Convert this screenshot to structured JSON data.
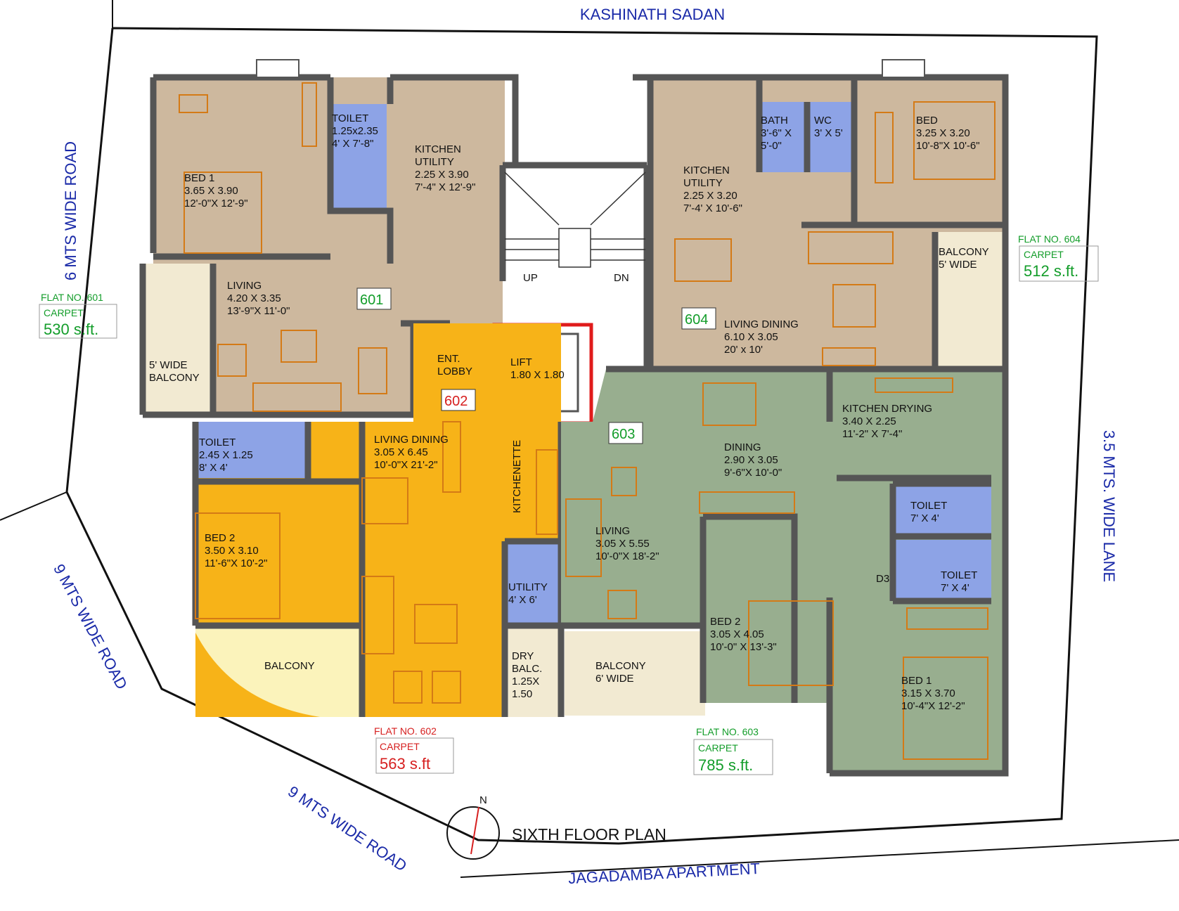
{
  "title": "SIXTH FLOOR PLAN",
  "compass_label": "N",
  "surroundings": {
    "top": "KASHINATH SADAN",
    "left": "6 MTS WIDE ROAD",
    "right": "3.5 MTS. WIDE LANE",
    "bottom": "JAGADAMBA APARTMENT",
    "bottom_left_1": "9 MTS WIDE ROAD",
    "bottom_left_2": "9 MTS WIDE ROAD"
  },
  "colors": {
    "flat_601": "#cdb89e",
    "flat_602": "#f7b318",
    "flat_603": "#98ae8f",
    "flat_604": "#cdb89e",
    "wet_area": "#8da3e6",
    "balcony": "#f2ead2",
    "balcony_602": "#fbf3bb",
    "common": "#ffffff",
    "wall": "#555555",
    "furniture": "#d47a16",
    "green_text": "#139d2a",
    "red_text": "#d61f1f",
    "road_text": "#1a2aa8",
    "lift_outline": "#e01b1b"
  },
  "flats": {
    "f601": {
      "flat_no": "FLAT NO. 601",
      "carpet_label": "CARPET",
      "carpet_area": "530 s.ft.",
      "tag": "601"
    },
    "f602": {
      "flat_no": "FLAT NO. 602",
      "carpet_label": "CARPET",
      "carpet_area": "563 s.ft",
      "tag": "602"
    },
    "f603": {
      "flat_no": "FLAT NO. 603",
      "carpet_label": "CARPET",
      "carpet_area": "785 s.ft.",
      "tag": "603"
    },
    "f604": {
      "flat_no": "FLAT NO. 604",
      "carpet_label": "CARPET",
      "carpet_area": "512 s.ft.",
      "tag": "604"
    }
  },
  "rooms": {
    "f601_bed1": [
      "BED 1",
      "3.65 X 3.90",
      "12'-0\"X 12'-9\""
    ],
    "f601_toilet": [
      "TOILET",
      "1.25x2.35",
      "4' X 7'-8\""
    ],
    "f601_kitchen": [
      "KITCHEN",
      "UTILITY",
      "2.25 X 3.90",
      "7'-4\" X 12'-9\""
    ],
    "f601_living": [
      "LIVING",
      "4.20 X 3.35",
      "13'-9\"X 11'-0\""
    ],
    "f601_balcony": [
      "5' WIDE",
      "BALCONY"
    ],
    "f604_kitchen": [
      "KITCHEN",
      "UTILITY",
      "2.25 X 3.20",
      "7'-4' X 10'-6\""
    ],
    "f604_bath": [
      "BATH",
      "3'-6\" X",
      "5'-0\""
    ],
    "f604_wc": [
      "WC",
      "3' X 5'"
    ],
    "f604_bed": [
      "BED",
      "3.25 X 3.20",
      "10'-8\"X 10'-6\""
    ],
    "f604_balcony": [
      "BALCONY",
      "5' WIDE"
    ],
    "f604_living": [
      "LIVING DINING",
      "6.10 X 3.05",
      "20' x 10'"
    ],
    "stair_up": "UP",
    "stair_dn": "DN",
    "lift": [
      "LIFT",
      "1.80 X 1.80"
    ],
    "ent_lobby": [
      "ENT.",
      "LOBBY"
    ],
    "f602_toilet": [
      "TOILET",
      "2.45 X 1.25",
      "8' X 4'"
    ],
    "f602_living": [
      "LIVING DINING",
      "3.05 X 6.45",
      "10'-0\"X 21'-2\""
    ],
    "f602_kitchenette": "KITCHENETTE",
    "f602_bed2": [
      "BED 2",
      "3.50 X 3.10",
      "11'-6\"X 10'-2\""
    ],
    "f602_utility": [
      "UTILITY",
      "4' X 6'"
    ],
    "f602_balcony": "BALCONY",
    "f602_dry": [
      "DRY",
      "BALC.",
      "1.25X",
      "1.50"
    ],
    "f603_dining": [
      "DINING",
      "2.90 X 3.05",
      "9'-6\"X 10'-0\""
    ],
    "f603_kitchen": [
      "KITCHEN DRYING",
      "3.40 X 2.25",
      "11'-2\" X 7'-4\""
    ],
    "f603_living": [
      "LIVING",
      "3.05 X 5.55",
      "10'-0\"X 18'-2\""
    ],
    "f603_toilet1": [
      "TOILET",
      "7' X 4'"
    ],
    "f603_toilet2": [
      "TOILET",
      "7' X 4'"
    ],
    "f603_d3": "D3",
    "f603_bed2": [
      "BED 2",
      "3.05 X 4.05",
      "10'-0\" X 13'-3\""
    ],
    "f603_bed1": [
      "BED 1",
      "3.15 X 3.70",
      "10'-4\"X 12'-2\""
    ],
    "f603_balcony": [
      "BALCONY",
      "6' WIDE"
    ]
  }
}
